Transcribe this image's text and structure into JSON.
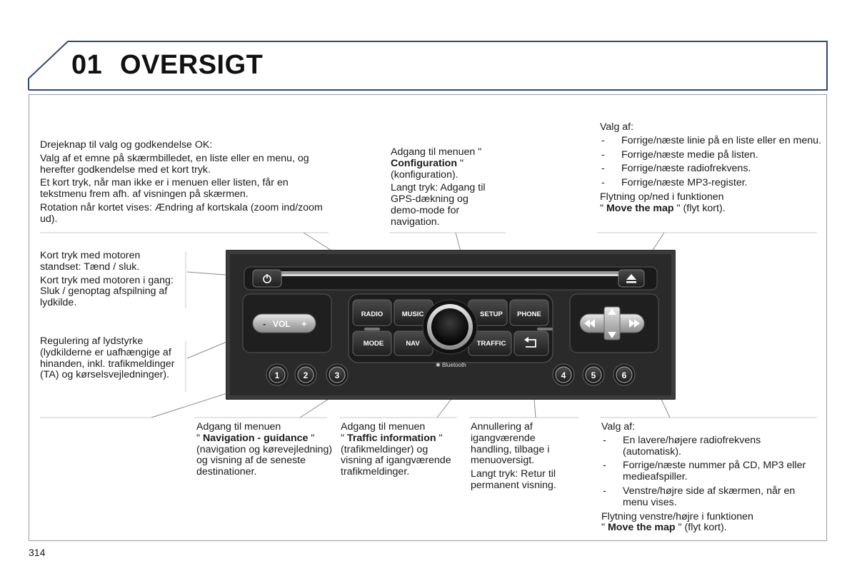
{
  "header": {
    "number": "01",
    "title": "OVERSIGT"
  },
  "radio": {
    "buttons": {
      "radio": "RADIO",
      "music": "MUSIC",
      "setup": "SETUP",
      "phone": "PHONE",
      "mode": "MODE",
      "nav": "NAV",
      "traffic": "TRAFFIC",
      "vol": "VOL",
      "vol_minus": "-",
      "vol_plus": "+",
      "bluetooth": "Bluetooth"
    },
    "presets": [
      "1",
      "2",
      "3",
      "4",
      "5",
      "6"
    ]
  },
  "callouts": {
    "knob": {
      "l1": "Drejeknap til valg og godkendelse OK:",
      "l2": "Valg af et emne på skærmbilledet, en liste eller en menu, og herefter godkendelse med et kort tryk.",
      "l3": "Et kort tryk, når man ikke er i menuen eller listen, får en tekstmenu frem afh. af visningen på skærmen.",
      "l4": "Rotation når kortet vises: Ændring af kortskala (zoom ind/zoom ud)."
    },
    "setup": {
      "pre": "Adgang til menuen \"",
      "bold": " Configuration ",
      "post": "\" (konfiguration).",
      "l2": "Langt tryk: Adgang til GPS-dækning og demo-mode for navigation."
    },
    "updown": {
      "intro": "Valg af:",
      "items": [
        "Forrige/næste linie på en liste eller en menu.",
        "Forrige/næste medie på listen.",
        "Forrige/næste radiofrekvens.",
        "Forrige/næste MP3-register."
      ],
      "move_pre": "Flytning op/ned i funktionen",
      "move_q1": "\"",
      "move_bold": " Move the map ",
      "move_post": "\" (flyt kort)."
    },
    "power": {
      "l1": "Kort tryk med motoren standset: Tænd / sluk.",
      "l2": "Kort tryk med motoren i gang: Sluk / genoptag afspilning af lydkilde."
    },
    "volume": {
      "l1": "Regulering af lydstyrke (lydkilderne er uafhængige af hinanden, inkl. trafikmeldinger (TA) og kørselsvejledninger)."
    },
    "nav": {
      "pre": "Adgang til menuen",
      "q1": "\"",
      "bold": " Navigation - guidance ",
      "post": "\" (navigation og kørevejledning) og visning af de seneste destinationer."
    },
    "traffic": {
      "pre": "Adgang til menuen",
      "q1": "\"",
      "bold": " Traffic information ",
      "post": "\" (trafikmeldinger) og visning af igangværende trafikmeldinger."
    },
    "back": {
      "l1": "Annullering af igangværende handling, tilbage i menuoversigt.",
      "l2": "Langt tryk: Retur til permanent visning."
    },
    "leftright": {
      "intro": "Valg af:",
      "items": [
        "En lavere/højere radiofrekvens (automatisk).",
        "Forrige/næste nummer på CD, MP3 eller medieafspiller.",
        "Venstre/højre side af skærmen, når en menu vises."
      ],
      "move_pre": "Flytning venstre/højre i funktionen",
      "move_q1": "\"",
      "move_bold": " Move the map ",
      "move_post": "\" (flyt kort)."
    }
  },
  "page_number": "314"
}
